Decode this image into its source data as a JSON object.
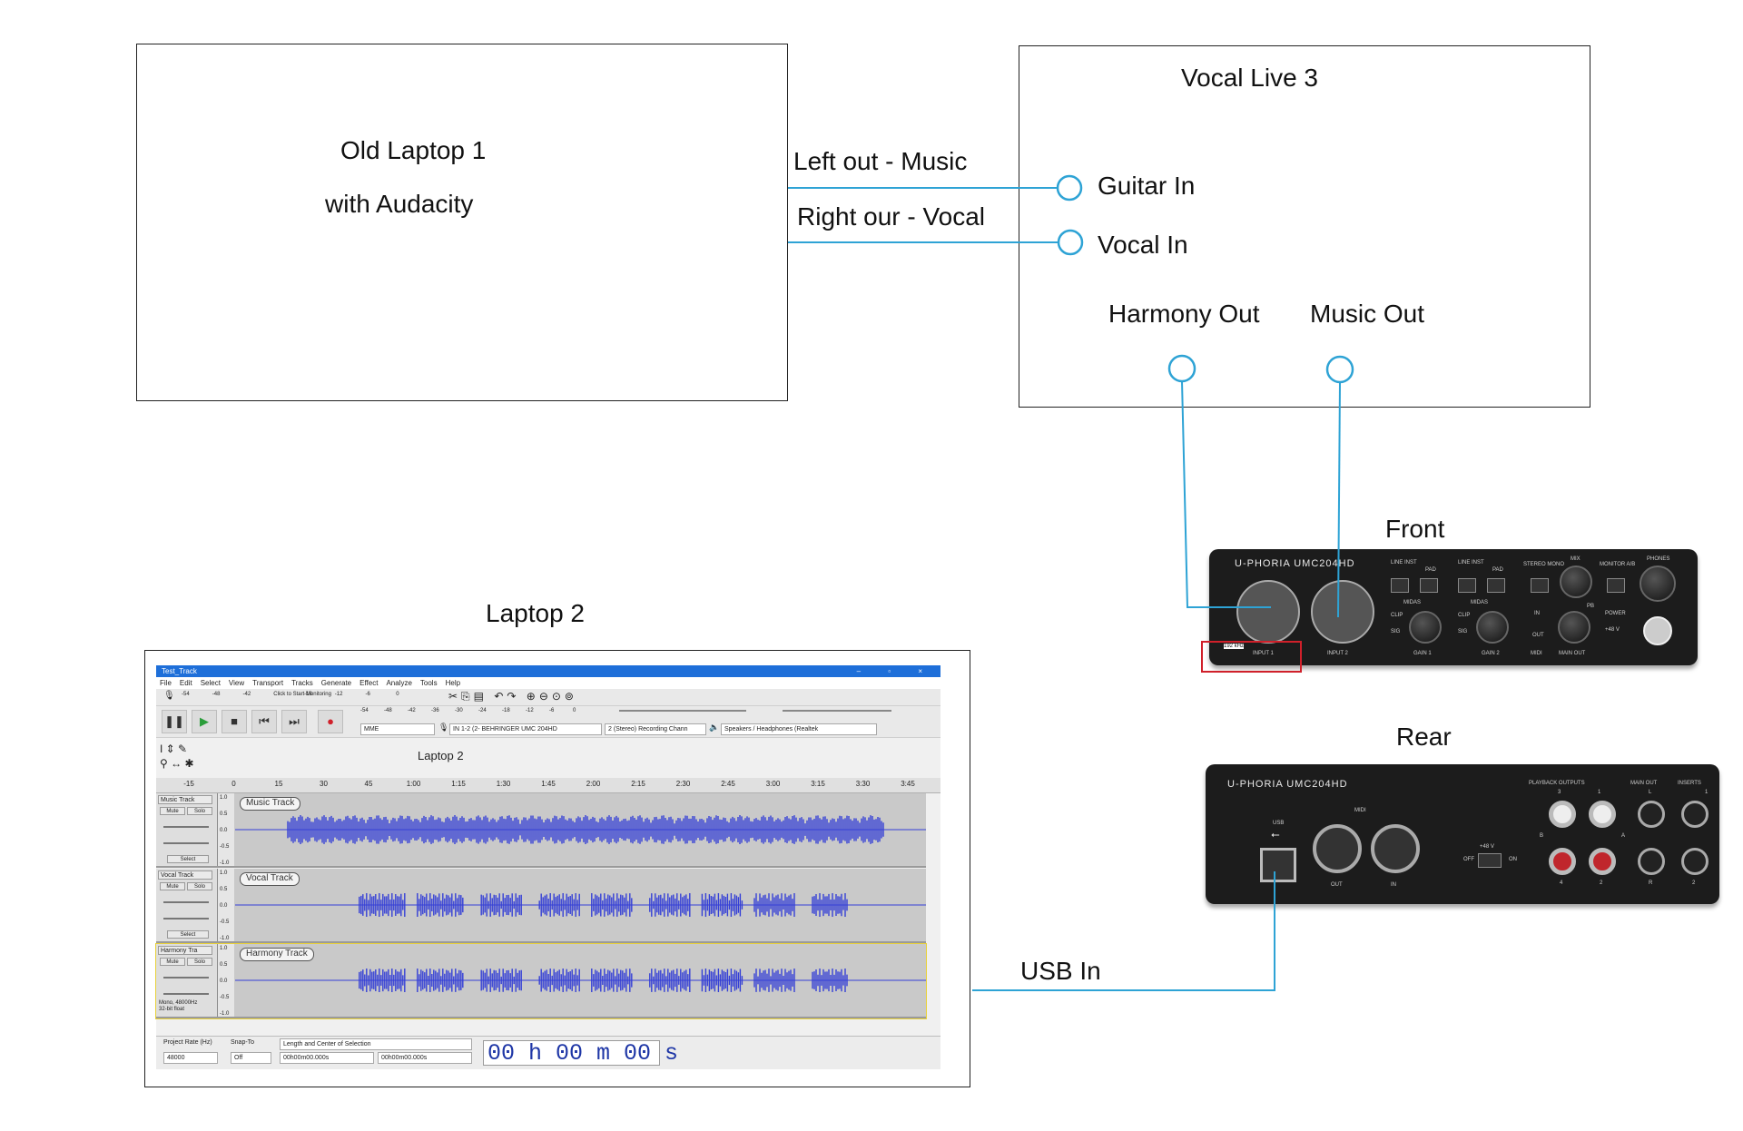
{
  "diagram": {
    "old_laptop": {
      "line1": "Old Laptop 1",
      "line2": "with Audacity"
    },
    "vocal_live": {
      "title": "Vocal Live 3",
      "guitar_in": "Guitar In",
      "vocal_in": "Vocal In",
      "harmony_out": "Harmony Out",
      "music_out": "Music Out"
    },
    "wire_labels": {
      "left_out": "Left out - Music",
      "right_out": "Right our - Vocal",
      "usb_in": "USB In"
    },
    "front_label": "Front",
    "rear_label": "Rear",
    "laptop2_label": "Laptop 2"
  },
  "audacity": {
    "title": "Test_Track",
    "menu": [
      "File",
      "Edit",
      "Select",
      "View",
      "Transport",
      "Tracks",
      "Generate",
      "Effect",
      "Analyze",
      "Tools",
      "Help"
    ],
    "meter_ticks": [
      "-54",
      "-48",
      "-42",
      "Click to Start Monitoring",
      "-18",
      "-12",
      "-6",
      "0"
    ],
    "playback_ticks": [
      "-54",
      "-48",
      "-42",
      "-36",
      "-30",
      "-24",
      "-18",
      "-12",
      "-6",
      "0"
    ],
    "host": "MME",
    "input_device": "IN 1-2 (2- BEHRINGER UMC 204HD",
    "channels": "2 (Stereo) Recording Chann",
    "output_device": "Speakers / Headphones (Realtek",
    "project_label": "Laptop 2",
    "ruler": [
      "-15",
      "0",
      "15",
      "30",
      "45",
      "1:00",
      "1:15",
      "1:30",
      "1:45",
      "2:00",
      "2:15",
      "2:30",
      "2:45",
      "3:00",
      "3:15",
      "3:30",
      "3:45"
    ],
    "tracks": [
      {
        "ctl_name": "Music Track",
        "label": "Music Track"
      },
      {
        "ctl_name": "Vocal Track",
        "label": "Vocal Track"
      },
      {
        "ctl_name": "Harmony Tra",
        "label": "Harmony Track"
      }
    ],
    "mute": "Mute",
    "solo": "Solo",
    "select": "Select",
    "scale": [
      "1.0",
      "0.5",
      "0.0",
      "-0.5",
      "-1.0"
    ],
    "track_info": "Mono, 48000Hz\n32-bit float",
    "project_rate_label": "Project Rate (Hz)",
    "project_rate": "48000",
    "snap_label": "Snap-To",
    "snap_value": "Off",
    "selection_label": "Length and Center of Selection",
    "sel_start": "00h00m00.000s",
    "sel_end": "00h00m00.000s",
    "big_time": "00 h 00 m 00 s"
  },
  "front_device": {
    "brand": "U-PHORIA UMC204HD",
    "input1": "INPUT 1",
    "input2": "INPUT 2",
    "line_inst": "LINE INST",
    "pad": "PAD",
    "gain1": "GAIN 1",
    "gain2": "GAIN 2",
    "clip": "CLIP",
    "sig": "SIG",
    "stereo_mono": "STEREO MONO",
    "mix": "MIX",
    "monitor_ab": "MONITOR A/B",
    "phones": "PHONES",
    "in": "IN",
    "out": "OUT",
    "midi": "MIDI",
    "pb": "PB",
    "power": "POWER",
    "phantom": "+48 V",
    "main_out": "MAIN OUT",
    "badge": "192 kHz",
    "midas": "MIDAS"
  },
  "rear_device": {
    "brand": "U-PHORIA UMC204HD",
    "usb": "USB",
    "midi": "MIDI",
    "out": "OUT",
    "in": "IN",
    "phantom": "+48 V",
    "off": "OFF",
    "on": "ON",
    "playback_outputs": "PLAYBACK OUTPUTS",
    "main_out": "MAIN OUT",
    "inserts": "INSERTS",
    "n3": "3",
    "n1": "1",
    "n4": "4",
    "n2": "2",
    "l": "L",
    "r": "R",
    "b": "B",
    "a": "A"
  },
  "colors": {
    "wire": "#2ea3d5",
    "waveform": "#3540d6",
    "highlight": "#d0202a"
  }
}
